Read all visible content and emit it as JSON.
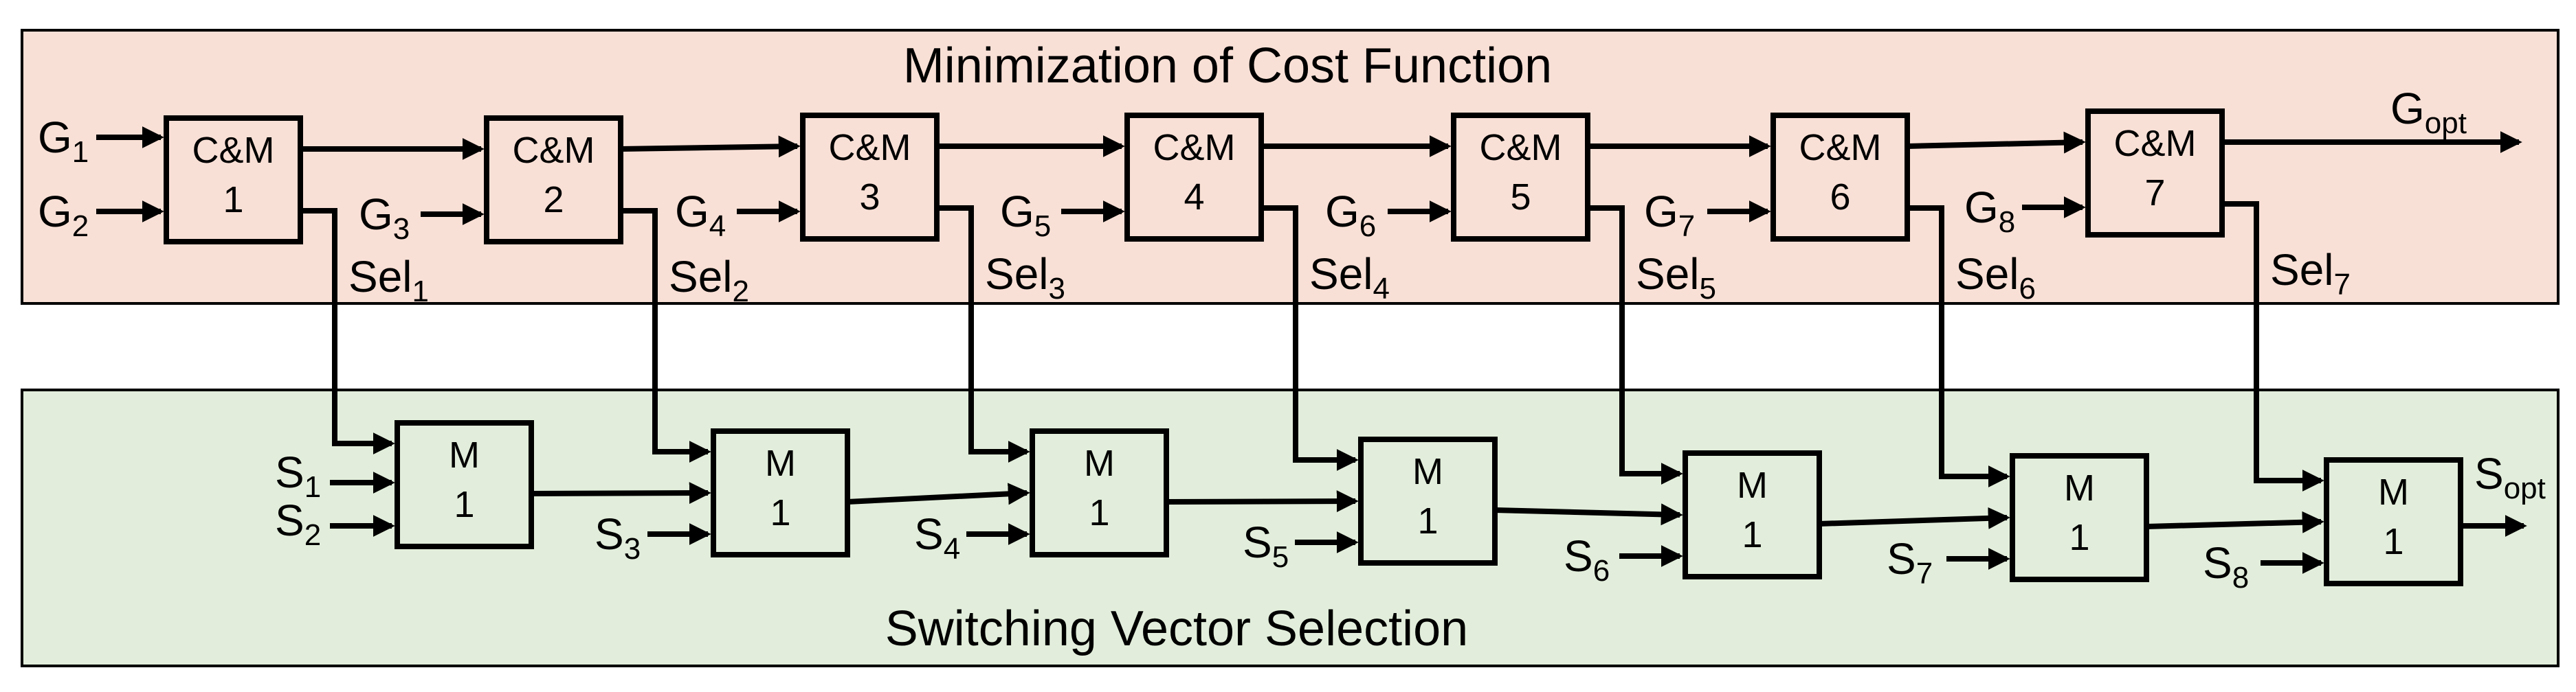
{
  "panels": {
    "top": {
      "title": "Minimization of Cost Function",
      "fill": "#f9e0d6"
    },
    "bottom": {
      "title": "Switching Vector Selection",
      "fill": "#e2eedb"
    }
  },
  "cm_blocks": [
    {
      "line1": "C&M",
      "line2": "1"
    },
    {
      "line1": "C&M",
      "line2": "2"
    },
    {
      "line1": "C&M",
      "line2": "3"
    },
    {
      "line1": "C&M",
      "line2": "4"
    },
    {
      "line1": "C&M",
      "line2": "5"
    },
    {
      "line1": "C&M",
      "line2": "6"
    },
    {
      "line1": "C&M",
      "line2": "7"
    }
  ],
  "m_blocks": [
    {
      "line1": "M",
      "line2": "1"
    },
    {
      "line1": "M",
      "line2": "1"
    },
    {
      "line1": "M",
      "line2": "1"
    },
    {
      "line1": "M",
      "line2": "1"
    },
    {
      "line1": "M",
      "line2": "1"
    },
    {
      "line1": "M",
      "line2": "1"
    },
    {
      "line1": "M",
      "line2": "1"
    }
  ],
  "g_inputs": [
    {
      "base": "G",
      "sub": "1"
    },
    {
      "base": "G",
      "sub": "2"
    },
    {
      "base": "G",
      "sub": "3"
    },
    {
      "base": "G",
      "sub": "4"
    },
    {
      "base": "G",
      "sub": "5"
    },
    {
      "base": "G",
      "sub": "6"
    },
    {
      "base": "G",
      "sub": "7"
    },
    {
      "base": "G",
      "sub": "8"
    }
  ],
  "s_inputs": [
    {
      "base": "S",
      "sub": "1"
    },
    {
      "base": "S",
      "sub": "2"
    },
    {
      "base": "S",
      "sub": "3"
    },
    {
      "base": "S",
      "sub": "4"
    },
    {
      "base": "S",
      "sub": "5"
    },
    {
      "base": "S",
      "sub": "6"
    },
    {
      "base": "S",
      "sub": "7"
    },
    {
      "base": "S",
      "sub": "8"
    }
  ],
  "sel_labels": [
    {
      "base": "Sel",
      "sub": "1"
    },
    {
      "base": "Sel",
      "sub": "2"
    },
    {
      "base": "Sel",
      "sub": "3"
    },
    {
      "base": "Sel",
      "sub": "4"
    },
    {
      "base": "Sel",
      "sub": "5"
    },
    {
      "base": "Sel",
      "sub": "6"
    },
    {
      "base": "Sel",
      "sub": "7"
    }
  ],
  "outputs": {
    "g": {
      "base": "G",
      "sub": "opt"
    },
    "s": {
      "base": "S",
      "sub": "opt"
    }
  }
}
